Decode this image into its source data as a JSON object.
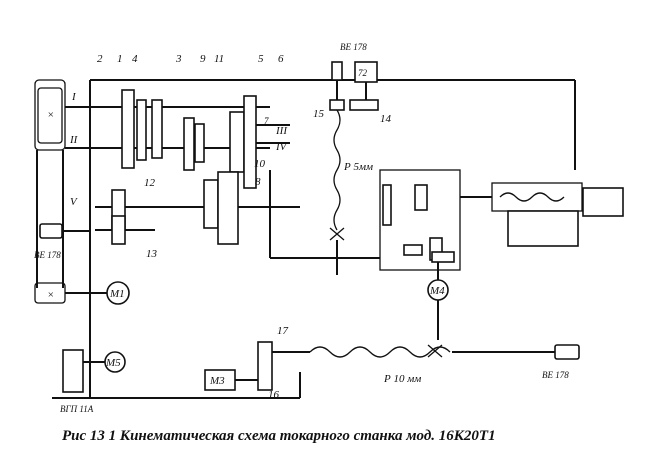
{
  "caption": "Рис 13 1  Кинематическая схема токарного станка мод. 16К20Т1",
  "shaft_labels": {
    "s1": "I",
    "s2": "II",
    "s3": "III",
    "s4": "IV",
    "s5": "V"
  },
  "gear_labels": {
    "g1": "1",
    "g2": "2",
    "g3": "3",
    "g4": "4",
    "g5": "5",
    "g6": "6",
    "g7": "7",
    "g8": "8",
    "g9": "9",
    "g10": "10",
    "g11": "11",
    "g12": "12",
    "g13": "13",
    "g14": "14",
    "g15": "15",
    "g16": "16",
    "g17": "17"
  },
  "motors": {
    "m1": "М1",
    "m3": "М3",
    "m4": "М4",
    "m5": "М5"
  },
  "encoders": {
    "be178_top": "ВЕ 178",
    "be178_left": "ВЕ 178",
    "be178_right": "ВЕ 178",
    "vgp": "ВГП 11А",
    "box72": "72"
  },
  "screws": {
    "cross": "Р 5мм",
    "long": "Р 10 мм"
  }
}
